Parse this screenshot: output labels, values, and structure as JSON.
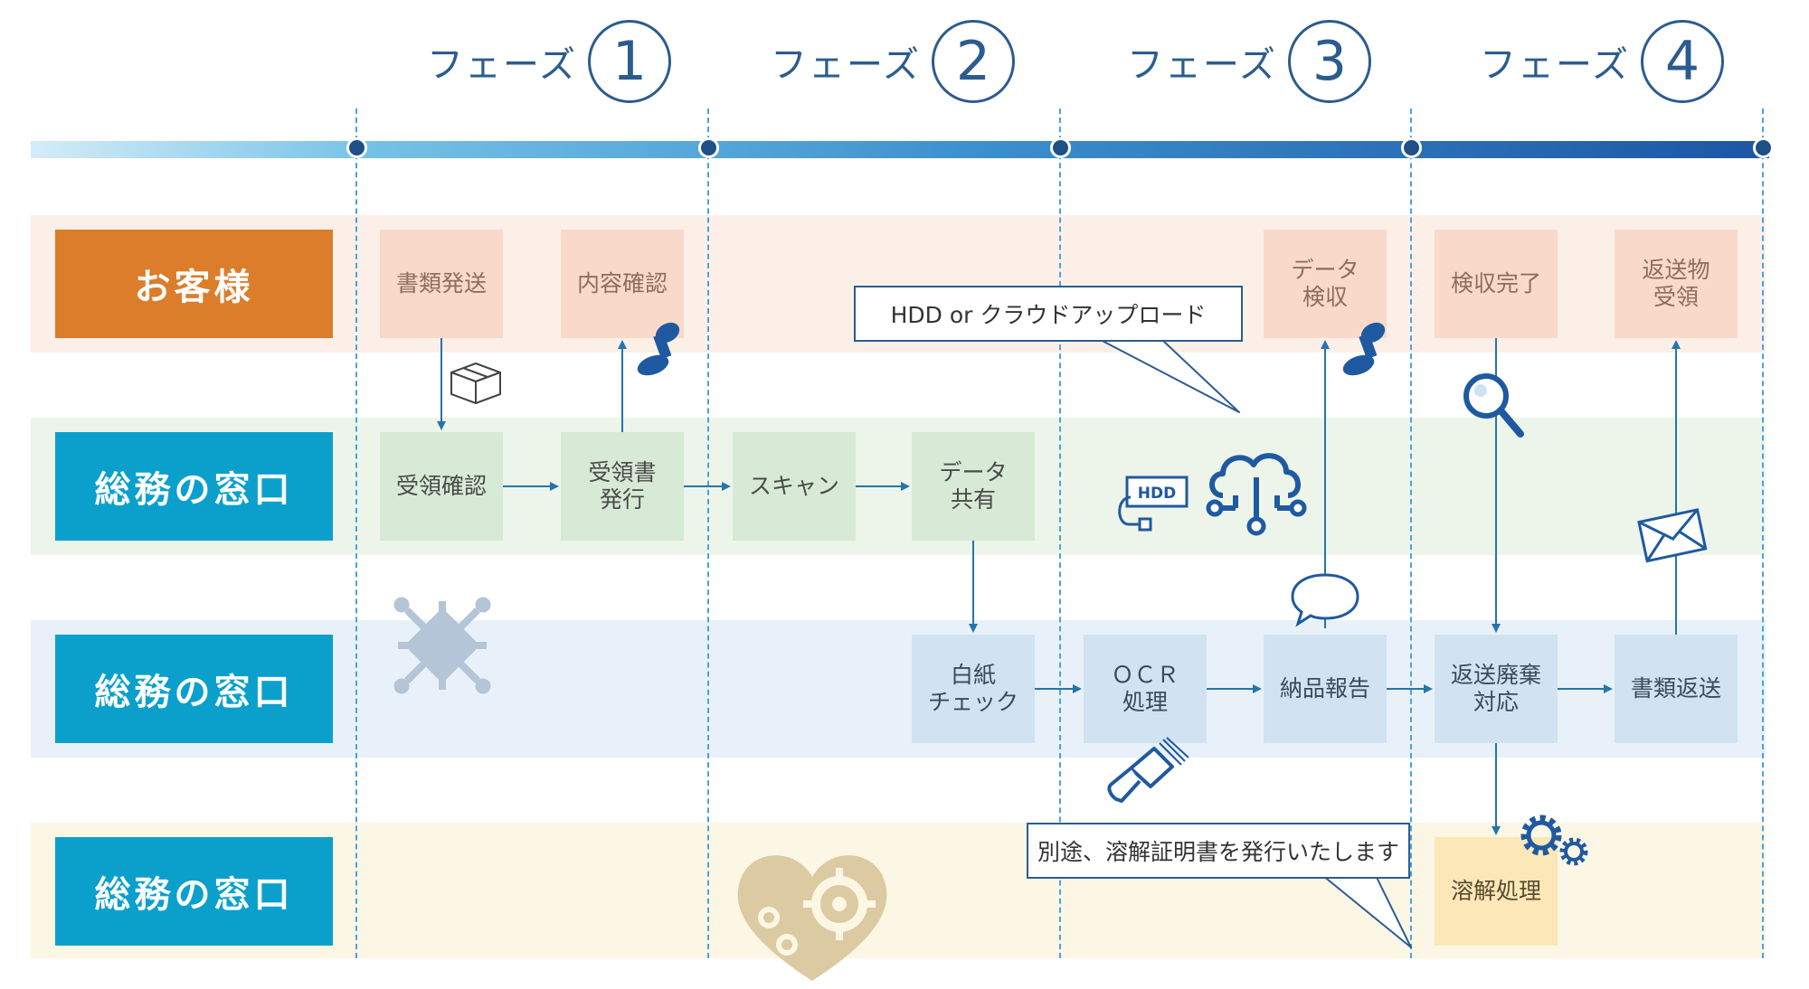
{
  "phases": [
    {
      "label": "フェーズ",
      "num": "1"
    },
    {
      "label": "フェーズ",
      "num": "2"
    },
    {
      "label": "フェーズ",
      "num": "3"
    },
    {
      "label": "フェーズ",
      "num": "4"
    }
  ],
  "lanes": {
    "customer": "お客様",
    "office1": "総務の窓口",
    "office2": "総務の窓口",
    "office3": "総務の窓口"
  },
  "boxes": {
    "shorui_hassou": "書類発送",
    "naiyou_kakunin": "内容確認",
    "data_kenshu": "データ\n検収",
    "kenshu_kanryou": "検収完了",
    "hensoubutsu_juryou": "返送物\n受領",
    "juryou_kakunin": "受領確認",
    "juryousho_hakkou": "受領書\n発行",
    "scan": "スキャン",
    "data_kyouyuu": "データ\n共有",
    "hakushi_check": "白紙\nチェック",
    "ocr_shori": "ＯＣＲ\n処理",
    "nouhin_houkoku": "納品報告",
    "hensou_haiki": "返送廃棄\n対応",
    "shorui_hensou": "書類返送",
    "youkai_shori": "溶解処理"
  },
  "callouts": {
    "hdd_cloud": "HDD or クラウドアップロード",
    "youkai_cert": "別途、溶解証明書を発行いたします"
  },
  "icons": {
    "hdd_label": "HDD"
  },
  "colors": {
    "customer_title": "#dc7d2b",
    "office_title": "#0ba0cc",
    "dark_blue": "#1e4f86"
  }
}
